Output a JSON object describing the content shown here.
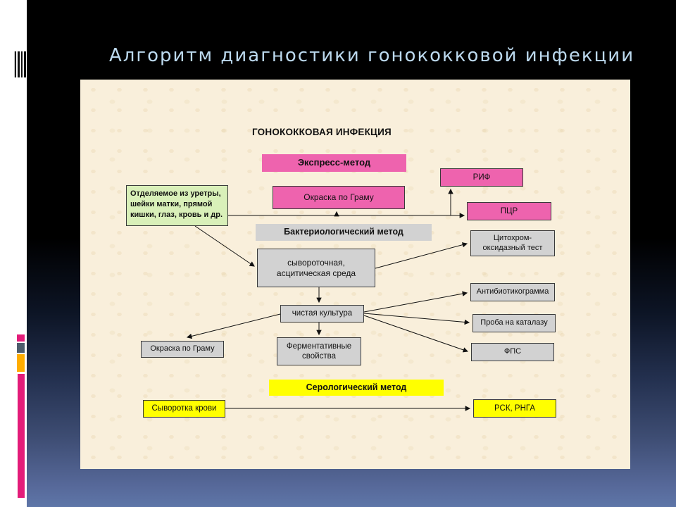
{
  "slide": {
    "title": "Алгоритм диагностики гонококковой инфекции"
  },
  "diagram": {
    "heading": "ГОНОКОККОВАЯ ИНФЕКЦИЯ",
    "nodes": {
      "express_method": "Экспресс-метод",
      "gram_stain_pink": "Окраска по Граму",
      "rif": "РИФ",
      "pcr": "ПЦР",
      "specimen": "Отделяемое из уретры, шейки матки, прямой кишки, глаз, кровь и др.",
      "bacteriological_method": "Бактериологический метод",
      "serum_ascitic_medium": "сывороточная, асцитическая среда",
      "cytochrome_oxidase_test": "Цитохром-оксидазный тест",
      "pure_culture": "чистая культура",
      "enzymatic_properties": "Ферментативные свойства",
      "antibiogram": "Антибиотикограмма",
      "catalase_test": "Проба на каталазу",
      "fps": "ФПС",
      "gram_stain_gray": "Окраска по Граму",
      "serological_method": "Серологический метод",
      "blood_serum": "Сыворотка крови",
      "rsk_rnga": "РСК, РНГА"
    },
    "colors": {
      "node_pink": "#ee63ae",
      "node_gray": "#d2d2d2",
      "node_yellow": "#ffff00",
      "node_green": "#d9f0b9",
      "panel_background": "#f9efdb",
      "title_text": "#bcd9ee",
      "accent_pink": "#e31c79",
      "accent_slate": "#4d5d6d",
      "accent_orange": "#ffad00"
    }
  }
}
